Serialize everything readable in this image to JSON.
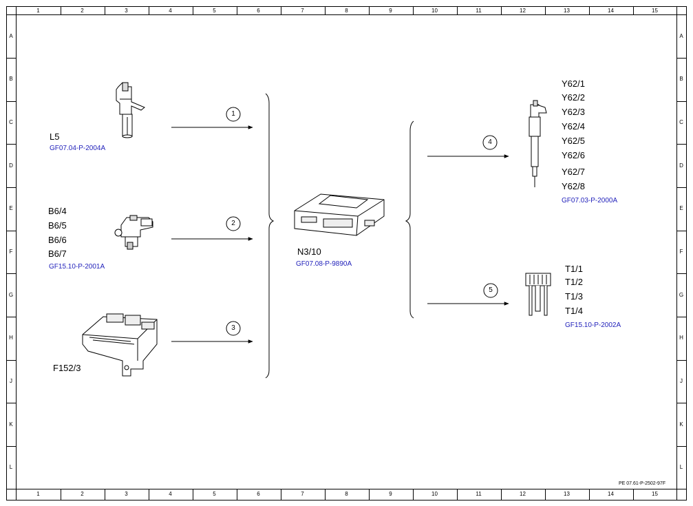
{
  "grid": {
    "columns": [
      "1",
      "2",
      "3",
      "4",
      "5",
      "6",
      "7",
      "8",
      "9",
      "10",
      "11",
      "12",
      "13",
      "14",
      "15"
    ],
    "rows": [
      "A",
      "B",
      "C",
      "D",
      "E",
      "F",
      "G",
      "H",
      "J",
      "K",
      "L"
    ]
  },
  "inputs": [
    {
      "id": "l5",
      "designations": [
        "L5"
      ],
      "reference": "GF07.04-P-2004A",
      "arrow_number": "1"
    },
    {
      "id": "b6",
      "designations": [
        "B6/4",
        "B6/5",
        "B6/6",
        "B6/7"
      ],
      "reference": "GF15.10-P-2001A",
      "arrow_number": "2"
    },
    {
      "id": "f152",
      "designations": [
        "F152/3"
      ],
      "reference": "",
      "arrow_number": "3"
    }
  ],
  "control_unit": {
    "designation": "N3/10",
    "reference": "GF07.08-P-9890A"
  },
  "outputs": [
    {
      "id": "y62",
      "designations": [
        "Y62/1",
        "Y62/2",
        "Y62/3",
        "Y62/4",
        "Y62/5",
        "Y62/6",
        "Y62/7",
        "Y62/8"
      ],
      "reference": "GF07.03-P-2000A",
      "arrow_number": "4"
    },
    {
      "id": "t1",
      "designations": [
        "T1/1",
        "T1/2",
        "T1/3",
        "T1/4"
      ],
      "reference": "GF15.10-P-2002A",
      "arrow_number": "5"
    }
  ],
  "footer_code": "PE 07.61-P-2502-97F",
  "colors": {
    "line": "#000000",
    "reference_link": "#2222bb",
    "background": "#ffffff"
  }
}
